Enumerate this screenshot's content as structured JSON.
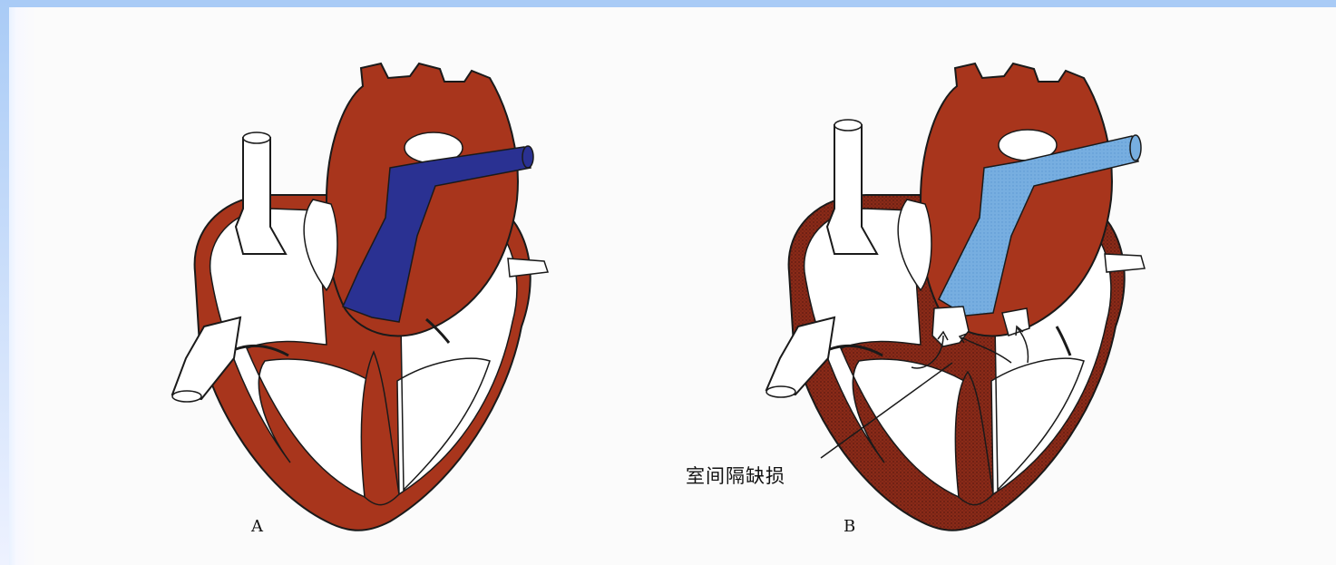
{
  "figure": {
    "panel_a_label": "A",
    "panel_b_label": "B",
    "annotation_text": "室间隔缺损"
  },
  "colors": {
    "myocardium": "#a8351c",
    "myocardium_dark": "#7a2416",
    "chamber": "#ffffff",
    "pulmonary_artery_a": "#2a3192",
    "pulmonary_artery_b": "#77aee0",
    "outline": "#1a1a1a",
    "background": "#fbfbfb"
  }
}
